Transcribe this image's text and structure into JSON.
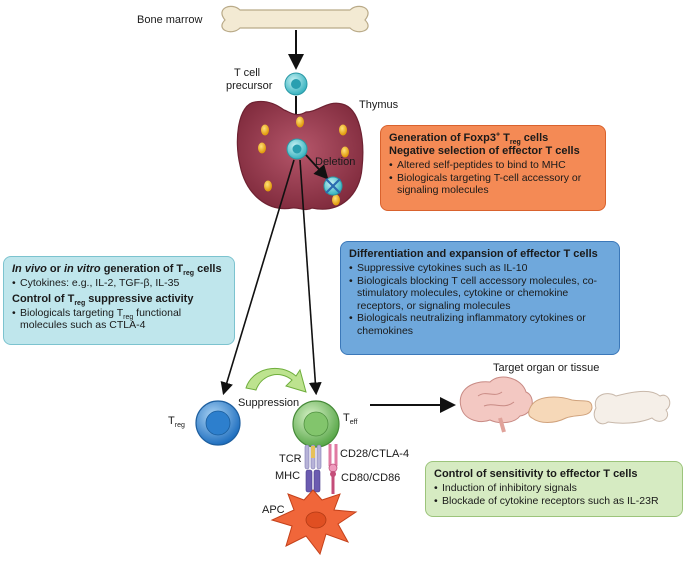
{
  "labels": {
    "bone_marrow": "Bone marrow",
    "t_cell": "T cell",
    "precursor": "precursor",
    "thymus": "Thymus",
    "deletion": "Deletion",
    "t_reg_main": "T",
    "t_reg_sub": "reg",
    "suppression": "Suppression",
    "t_eff_main": "T",
    "t_eff_sub": "eff",
    "tcr": "TCR",
    "mhc": "MHC",
    "cd28": "CD28/CTLA-4",
    "cd80": "CD80/CD86",
    "apc": "APC",
    "target": "Target organ or tissue"
  },
  "box_thymus": {
    "h1_pre": "Generation of Foxp3",
    "h1_sup": "+",
    "h1_mid": " T",
    "h1_sub": "reg",
    "h1_post": " cells",
    "h2": "Negative selection of effector T cells",
    "items": [
      "Altered self-peptides to bind to MHC",
      "Biologicals targeting T-cell accessory or signaling molecules"
    ]
  },
  "box_treg": {
    "h1_italic": "In vivo",
    "h1_or": " or ",
    "h1_italic2": "in vitro",
    "h1_rest": " generation of T",
    "h1_sub": "reg",
    "h1_post": " cells",
    "item1": "Cytokines: e.g., IL-2, TGF-β, IL-35",
    "h2_pre": "Control of T",
    "h2_sub": "reg",
    "h2_post": " suppressive activity",
    "item2_pre": "Biologicals targeting T",
    "item2_sub": "reg",
    "item2_post": " functional molecules such as CTLA-4"
  },
  "box_effector": {
    "h": "Differentiation and expansion of effector T cells",
    "items": [
      "Suppressive cytokines such as IL-10",
      "Biologicals blocking T cell accessory molecules, co-stimulatory molecules, cytokine or chemokine receptors, or signaling molecules",
      "Biologicals neutralizing inflammatory cytokines or chemokines"
    ]
  },
  "box_sensitivity": {
    "h": "Control of sensitivity to effector T cells",
    "items": [
      "Induction of inhibitory signals",
      "Blockade of cytokine receptors such as IL-23R"
    ]
  },
  "colors": {
    "orange": "#f48a55",
    "blue": "#6fa8dc",
    "cyan": "#bfe6ec",
    "green": "#d6ebc2",
    "thymus": "#9e3b4d",
    "treg_cell": "#3b8fd6",
    "teff_cell": "#7cc86a",
    "apc": "#f0663a"
  }
}
